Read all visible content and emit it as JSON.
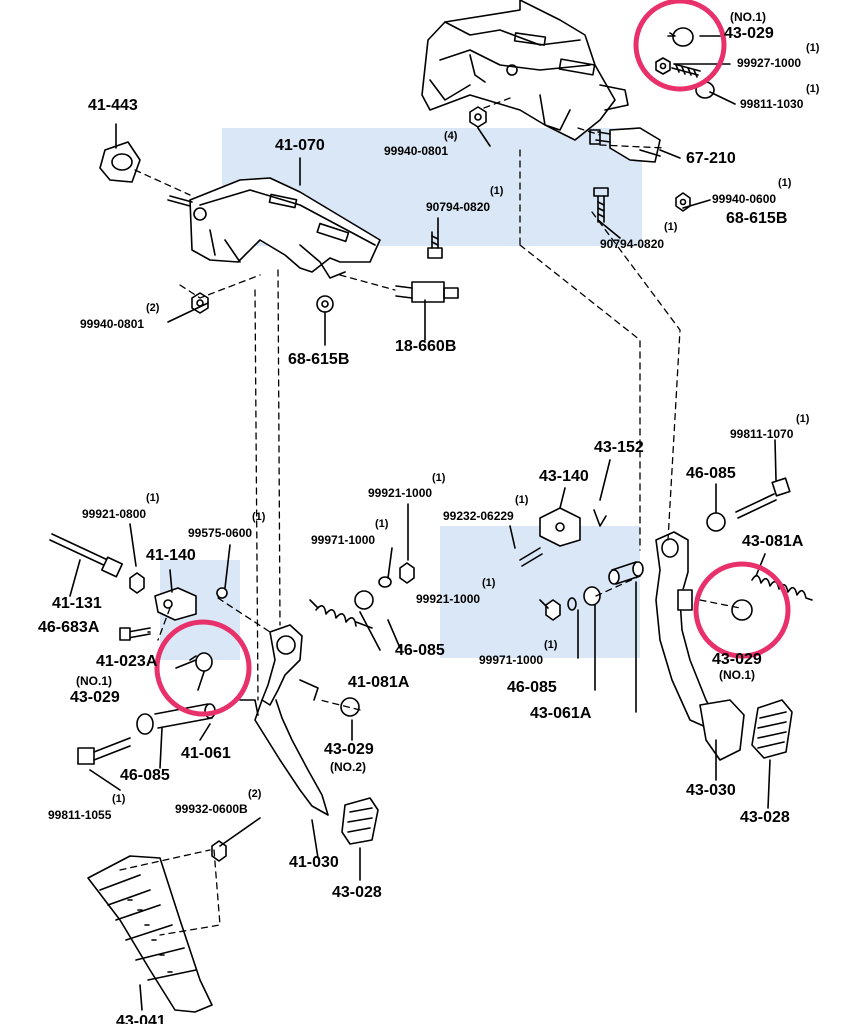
{
  "diagram": {
    "callouts": [
      {
        "id": "c1",
        "code": "43-029",
        "note": "(NO.1)"
      },
      {
        "id": "c2",
        "code": "99927-1000",
        "qty": "(1)"
      },
      {
        "id": "c3",
        "code": "99811-1030",
        "qty": "(1)"
      },
      {
        "id": "c4",
        "code": "41-443"
      },
      {
        "id": "c5",
        "code": "41-070"
      },
      {
        "id": "c6",
        "code": "99940-0801",
        "qty": "(4)"
      },
      {
        "id": "c7",
        "code": "67-210"
      },
      {
        "id": "c8",
        "code": "90794-0820",
        "qty": "(1)"
      },
      {
        "id": "c9",
        "code": "99940-0600",
        "qty": "(1)"
      },
      {
        "id": "c10",
        "code": "68-615B"
      },
      {
        "id": "c11",
        "code": "90794-0820",
        "qty": "(1)"
      },
      {
        "id": "c12",
        "code": "99940-0801",
        "qty": "(2)"
      },
      {
        "id": "c13",
        "code": "68-615B"
      },
      {
        "id": "c14",
        "code": "18-660B"
      },
      {
        "id": "c15",
        "code": "99811-1070",
        "qty": "(1)"
      },
      {
        "id": "c16",
        "code": "43-152"
      },
      {
        "id": "c17",
        "code": "43-140"
      },
      {
        "id": "c18",
        "code": "46-085"
      },
      {
        "id": "c19",
        "code": "99921-1000",
        "qty": "(1)"
      },
      {
        "id": "c20",
        "code": "99232-06229",
        "qty": "(1)"
      },
      {
        "id": "c21",
        "code": "43-081A"
      },
      {
        "id": "c22",
        "code": "99921-0800",
        "qty": "(1)"
      },
      {
        "id": "c23",
        "code": "99575-0600",
        "qty": "(1)"
      },
      {
        "id": "c24",
        "code": "99971-1000",
        "qty": "(1)"
      },
      {
        "id": "c25",
        "code": "41-140"
      },
      {
        "id": "c26",
        "code": "41-131"
      },
      {
        "id": "c27",
        "code": "46-683A"
      },
      {
        "id": "c28",
        "code": "99921-1000",
        "qty": "(1)"
      },
      {
        "id": "c29",
        "code": "46-085"
      },
      {
        "id": "c30",
        "code": "41-023A"
      },
      {
        "id": "c31",
        "code": "43-029",
        "note": "(NO.1)"
      },
      {
        "id": "c32",
        "code": "99971-1000",
        "qty": "(1)"
      },
      {
        "id": "c33",
        "code": "41-081A"
      },
      {
        "id": "c34",
        "code": "46-085"
      },
      {
        "id": "c35",
        "code": "43-061A"
      },
      {
        "id": "c36",
        "code": "43-029",
        "note": "(NO.1)"
      },
      {
        "id": "c37",
        "code": "41-061"
      },
      {
        "id": "c38",
        "code": "46-085"
      },
      {
        "id": "c39",
        "code": "43-029",
        "note": "(NO.2)"
      },
      {
        "id": "c40",
        "code": "99811-1055",
        "qty": "(1)"
      },
      {
        "id": "c41",
        "code": "99932-0600B",
        "qty": "(2)"
      },
      {
        "id": "c42",
        "code": "43-030"
      },
      {
        "id": "c43",
        "code": "43-028"
      },
      {
        "id": "c44",
        "code": "41-030"
      },
      {
        "id": "c45",
        "code": "43-028"
      },
      {
        "id": "c46",
        "code": "43-041"
      }
    ],
    "highlight_color": "#e8306a",
    "watermark_color": "#bcd4ee"
  }
}
